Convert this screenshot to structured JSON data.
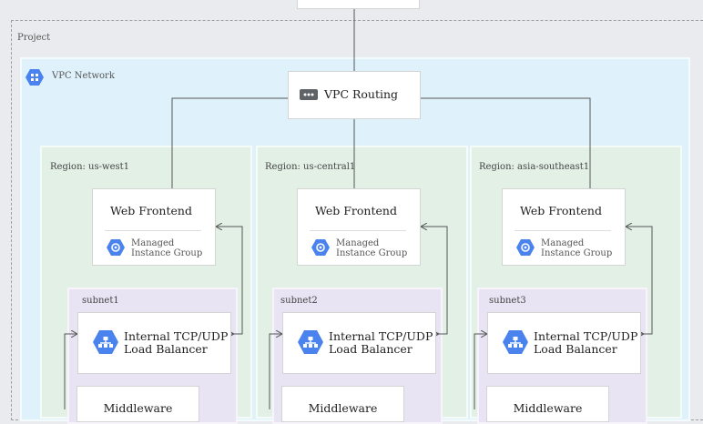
{
  "project": {
    "label": "Project"
  },
  "vpc_network": {
    "label": "VPC Network"
  },
  "vpc_routing": {
    "label": "VPC Routing"
  },
  "regions": [
    {
      "label": "Region: us-west1",
      "frontend": {
        "title": "Web Frontend",
        "group_line1": "Managed",
        "group_line2": "Instance Group"
      },
      "subnet": {
        "label": "subnet1"
      },
      "load_balancer": {
        "line1": "Internal TCP/UDP",
        "line2": "Load Balancer"
      },
      "middleware": {
        "label": "Middleware"
      }
    },
    {
      "label": "Region: us-central1",
      "frontend": {
        "title": "Web Frontend",
        "group_line1": "Managed",
        "group_line2": "Instance Group"
      },
      "subnet": {
        "label": "subnet2"
      },
      "load_balancer": {
        "line1": "Internal TCP/UDP",
        "line2": "Load Balancer"
      },
      "middleware": {
        "label": "Middleware"
      }
    },
    {
      "label": "Region: asia-southeast1",
      "frontend": {
        "title": "Web Frontend",
        "group_line1": "Managed",
        "group_line2": "Instance Group"
      },
      "subnet": {
        "label": "subnet3"
      },
      "load_balancer": {
        "line1": "Internal TCP/UDP",
        "line2": "Load Balancer"
      },
      "middleware": {
        "label": "Middleware"
      }
    }
  ],
  "colors": {
    "icon_blue": "#4a83ee",
    "line": "#555555"
  }
}
